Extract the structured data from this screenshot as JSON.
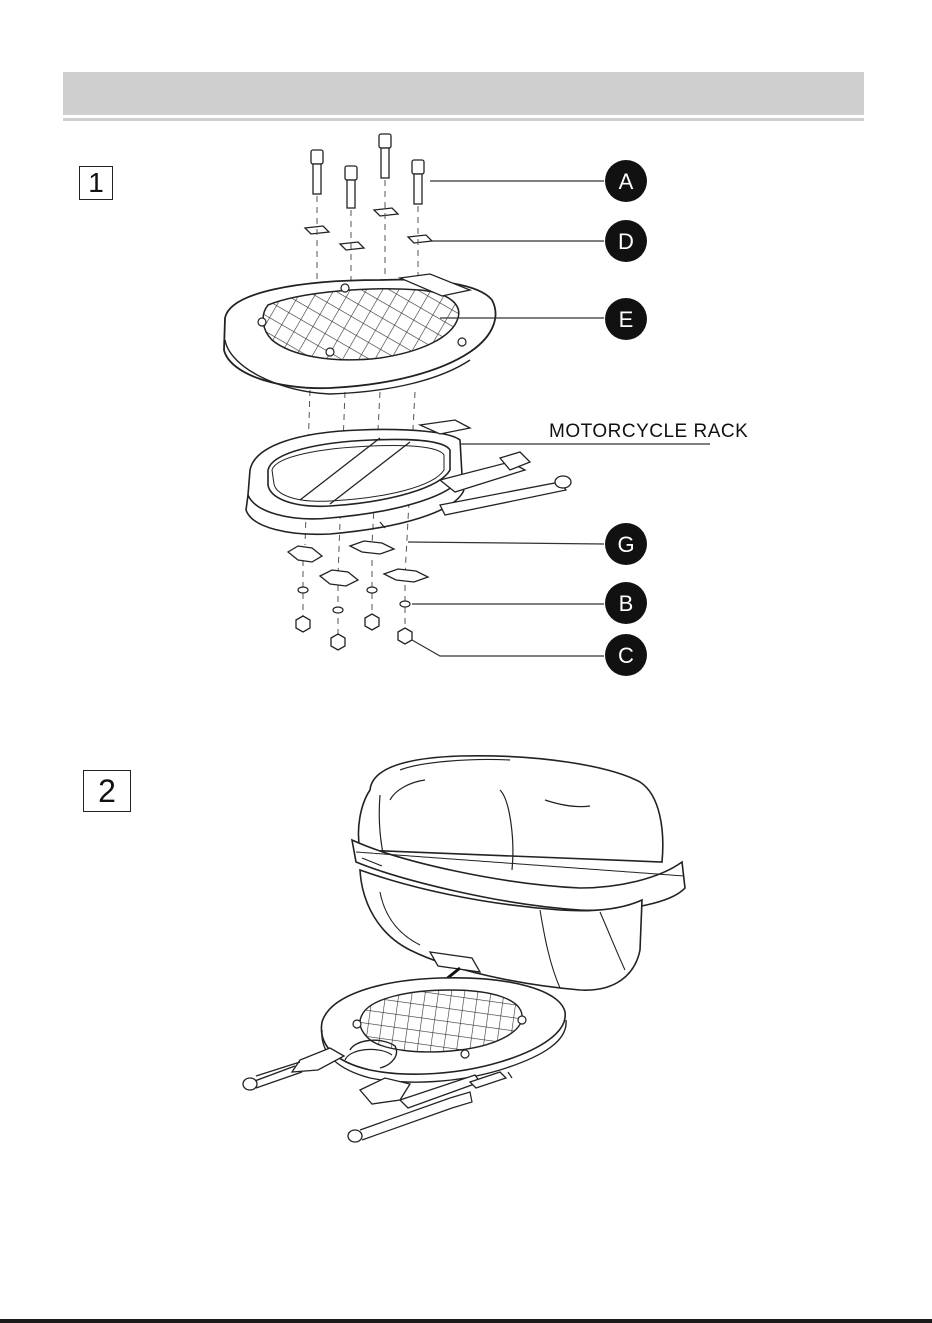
{
  "steps": {
    "step1": "1",
    "step2": "2"
  },
  "callouts": {
    "a": "A",
    "d": "D",
    "e": "E",
    "g": "G",
    "b": "B",
    "c": "C"
  },
  "labels": {
    "motorcycle_rack": "MOTORCYCLE RACK"
  }
}
